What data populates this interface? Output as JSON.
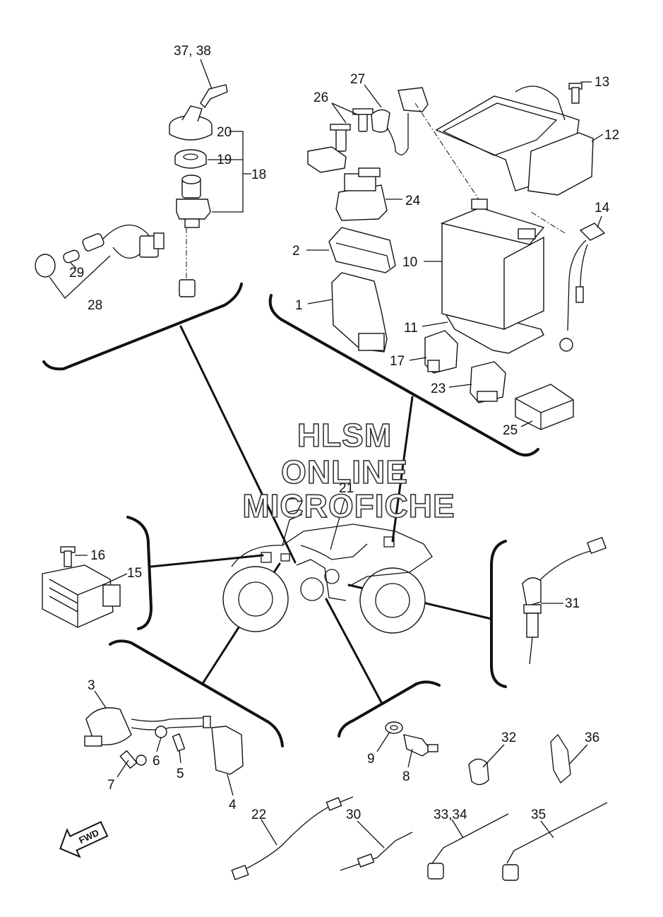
{
  "watermark": {
    "line1": "HLSM",
    "line2": "ONLINE",
    "line3": "MICROFICHE"
  },
  "direction": {
    "label": "FWD",
    "icon": "forward-arrow-icon"
  },
  "callouts": {
    "p1": "1",
    "p2": "2",
    "p3": "3",
    "p4": "4",
    "p5": "5",
    "p6": "6",
    "p7": "7",
    "p8": "8",
    "p9": "9",
    "p10": "10",
    "p11": "11",
    "p12": "12",
    "p13": "13",
    "p14": "14",
    "p15": "15",
    "p16": "16",
    "p17": "17",
    "p18": "18",
    "p19": "19",
    "p20": "20",
    "p21": "21",
    "p22": "22",
    "p23": "23",
    "p24": "24",
    "p25": "25",
    "p26": "26",
    "p27": "27",
    "p28": "28",
    "p29": "29",
    "p30": "30",
    "p31": "31",
    "p32": "32",
    "p33_34": "33,34",
    "p35": "35",
    "p36": "36",
    "p37_38": "37, 38"
  }
}
